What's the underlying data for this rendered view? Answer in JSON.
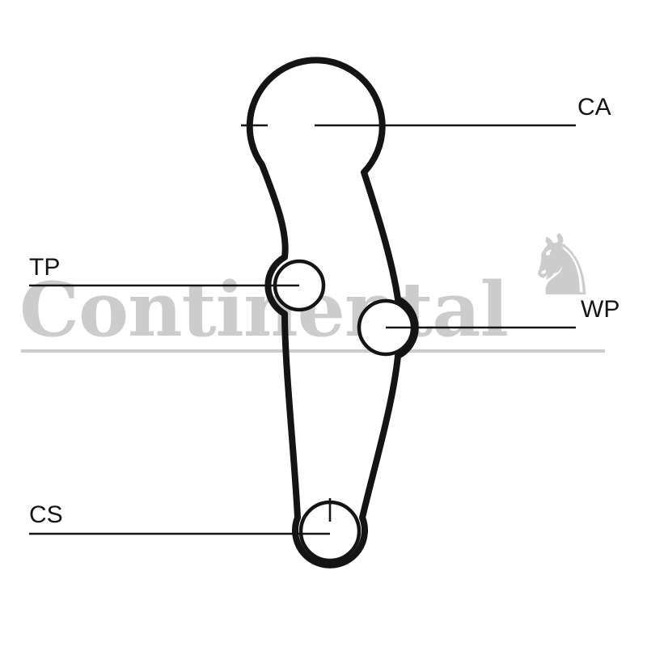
{
  "diagram": {
    "type": "timing-belt-routing-diagram",
    "labels": {
      "ca": "CA",
      "tp": "TP",
      "wp": "WP",
      "cs": "CS"
    },
    "pulleys": [
      {
        "id": "CA",
        "meaning": "camshaft-pulley",
        "position": "top"
      },
      {
        "id": "TP",
        "meaning": "tensioner-pulley",
        "position": "middle-left"
      },
      {
        "id": "WP",
        "meaning": "water-pump-pulley",
        "position": "middle-right"
      },
      {
        "id": "CS",
        "meaning": "crankshaft-pulley",
        "position": "bottom"
      }
    ]
  },
  "watermark": {
    "brand": "Continental",
    "horse_glyph": "♞"
  },
  "colors": {
    "line": "#141414",
    "watermark": "#cccccc",
    "background": "#ffffff"
  }
}
